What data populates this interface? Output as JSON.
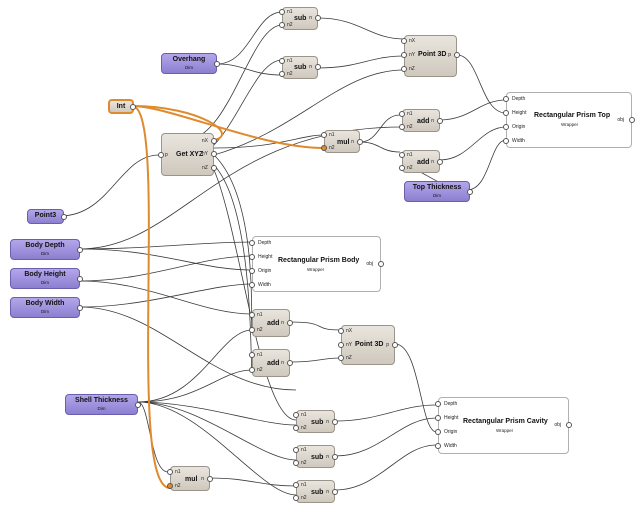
{
  "nodes": {
    "int": {
      "title": "Int"
    },
    "overhang": {
      "title": "Overhang",
      "subtitle": "Dim"
    },
    "point3": {
      "title": "Point3"
    },
    "body_depth": {
      "title": "Body Depth",
      "subtitle": "Dim"
    },
    "body_height": {
      "title": "Body Height",
      "subtitle": "Dim"
    },
    "body_width": {
      "title": "Body Width",
      "subtitle": "Dim"
    },
    "shell_thickness": {
      "title": "Shell Thickness",
      "subtitle": "Dim"
    },
    "top_thickness": {
      "title": "Top Thickness",
      "subtitle": "Dim"
    },
    "get_xyz": {
      "title": "Get XYZ"
    },
    "sub_1": {
      "title": "sub"
    },
    "sub_2": {
      "title": "sub"
    },
    "point3d_top": {
      "title": "Point 3D"
    },
    "mul_1": {
      "title": "mul"
    },
    "add_1": {
      "title": "add"
    },
    "add_2": {
      "title": "add"
    },
    "prism_top": {
      "title": "Rectangular Prism Top",
      "subtitle": "Wrapper"
    },
    "prism_body": {
      "title": "Rectangular Prism Body",
      "subtitle": "Wrapper"
    },
    "add_3": {
      "title": "add"
    },
    "add_4": {
      "title": "add"
    },
    "point3d_mid": {
      "title": "Point 3D"
    },
    "sub_3": {
      "title": "sub"
    },
    "sub_4": {
      "title": "sub"
    },
    "sub_5": {
      "title": "sub"
    },
    "mul_2": {
      "title": "mul"
    },
    "prism_cavity": {
      "title": "Rectangular Prism Cavity",
      "subtitle": "Wrapper"
    }
  },
  "ports": {
    "n": "n",
    "n1": "n1",
    "n2": "n2",
    "p": "p",
    "nX": "nX",
    "nY": "nY",
    "nZ": "nZ",
    "depth": "Depth",
    "height": "Height",
    "origin": "Origin",
    "width": "Width",
    "obj": "obj"
  },
  "colors": {
    "wire": "#3a3a3a",
    "selected_wire": "#e08a2e",
    "param_fill": "#9d90e0",
    "op_fill": "#d8d2c8"
  }
}
